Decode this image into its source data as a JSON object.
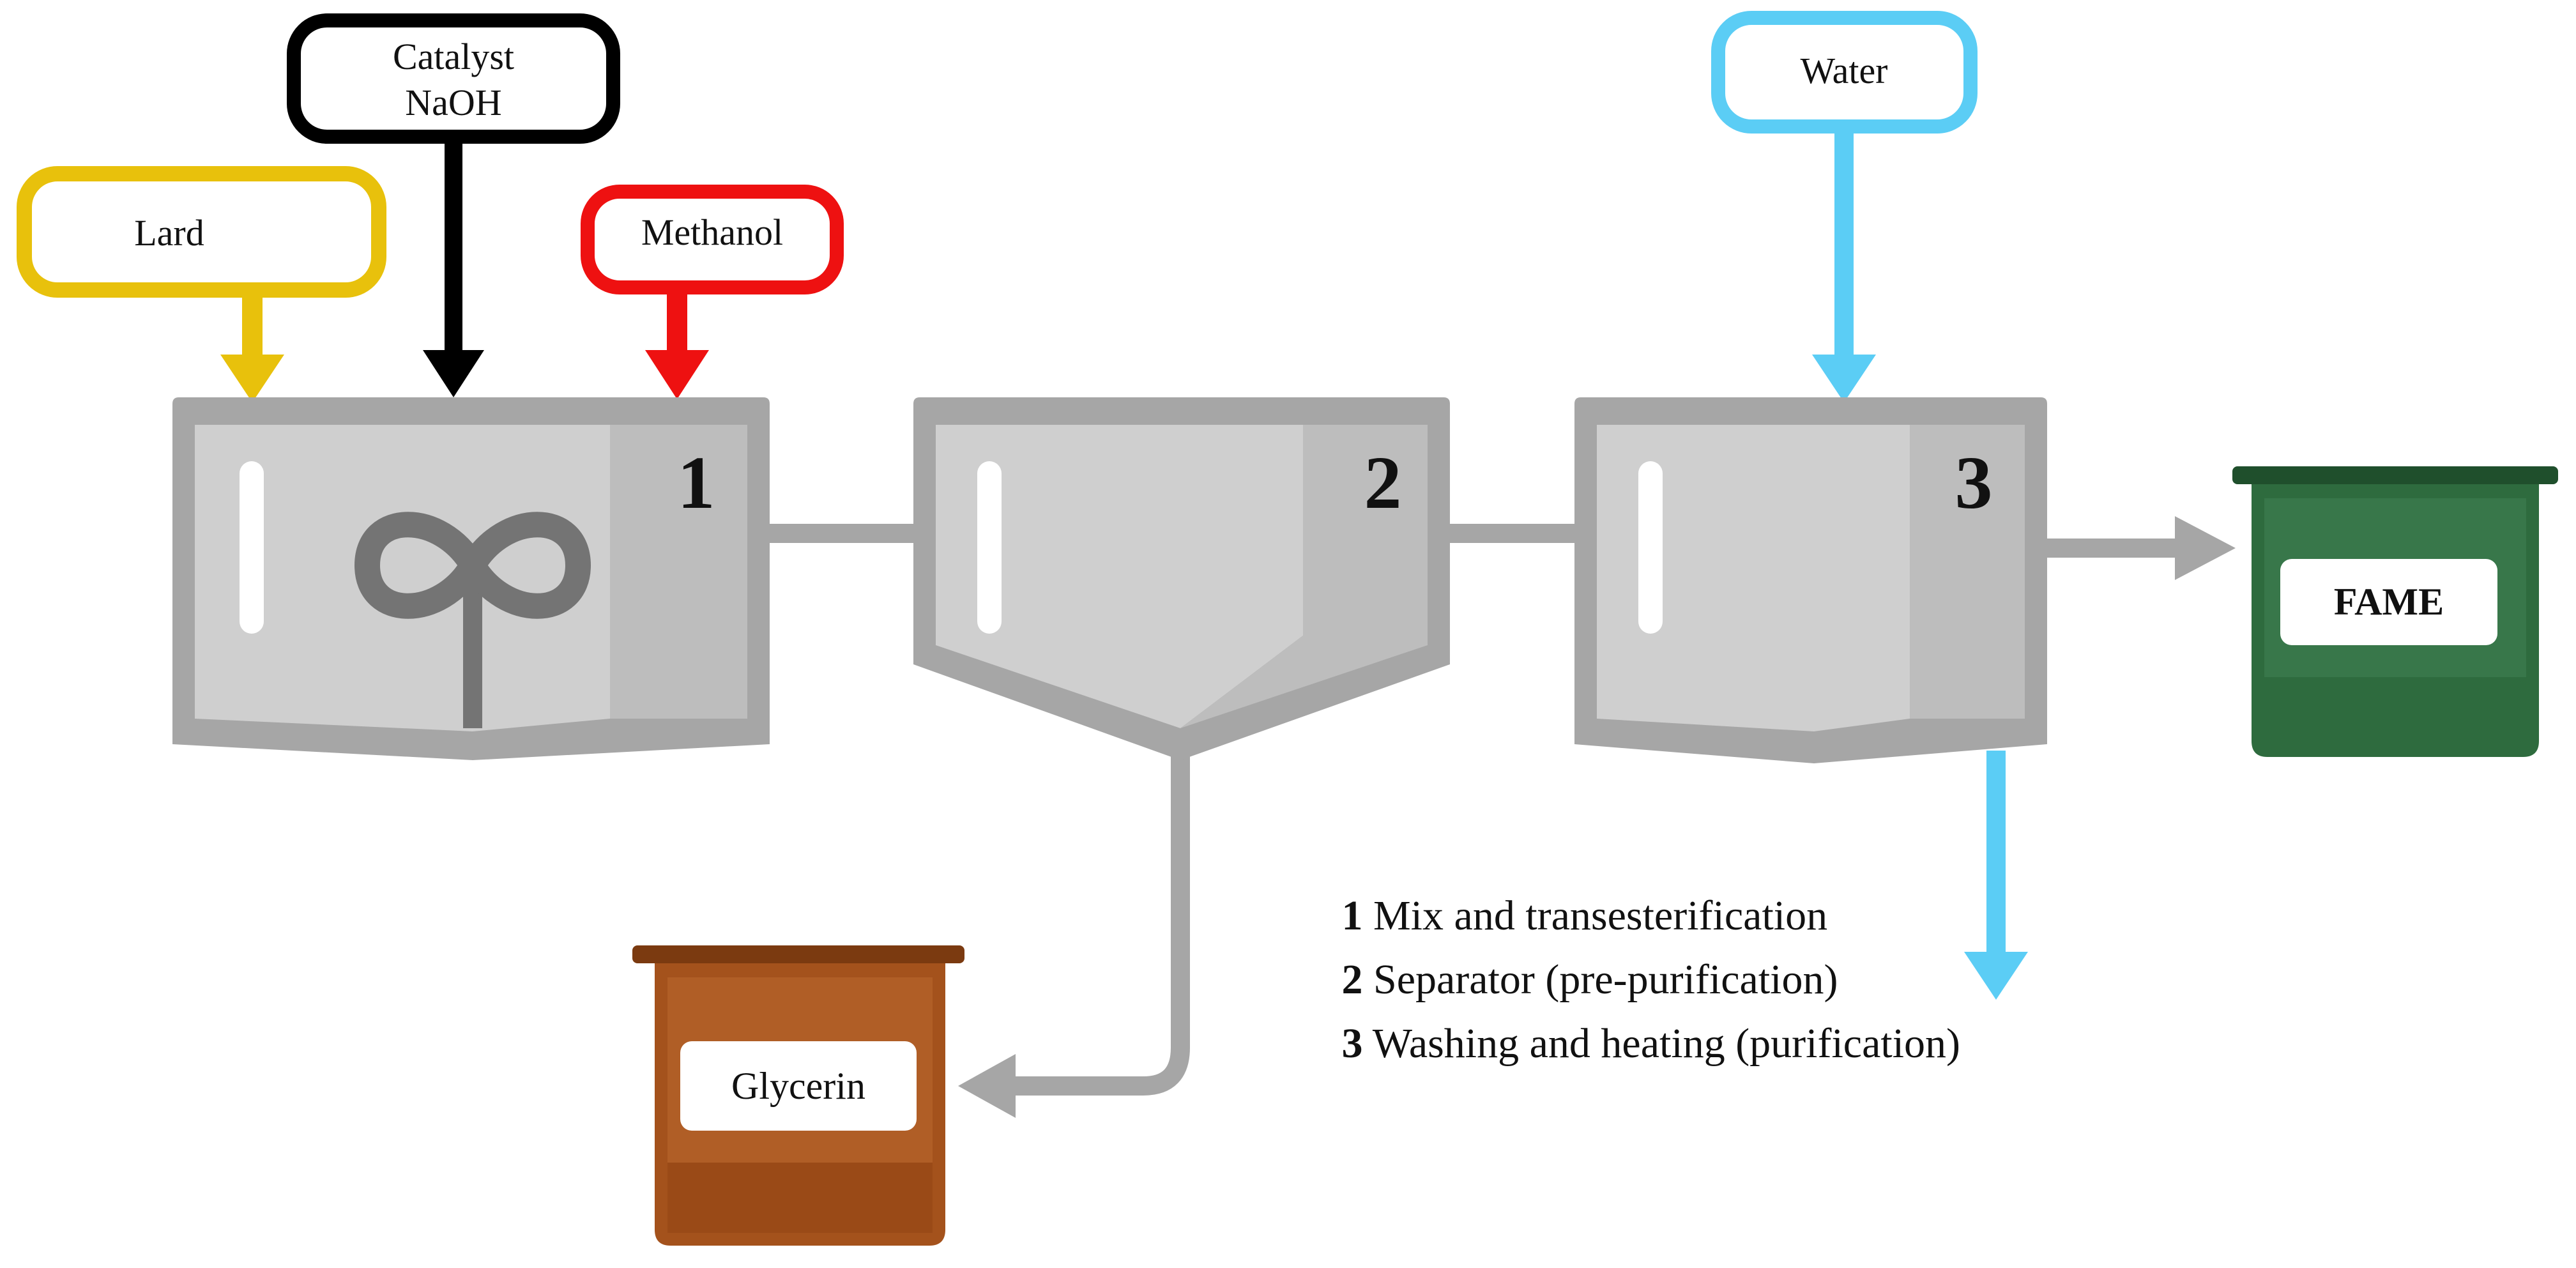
{
  "inputs": {
    "lard": "Lard",
    "catalyst_line1": "Catalyst",
    "catalyst_line2": "NaOH",
    "methanol": "Methanol",
    "water": "Water"
  },
  "units": [
    {
      "number": "1"
    },
    {
      "number": "2"
    },
    {
      "number": "3"
    }
  ],
  "products": {
    "fame": "FAME",
    "glycerin": "Glycerin"
  },
  "legend": [
    {
      "number": "1",
      "text": " Mix and transesterification"
    },
    {
      "number": "2",
      "text": " Separator (pre-purification)"
    },
    {
      "number": "3",
      "text": " Washing and heating (purification)"
    }
  ],
  "colors": {
    "lard": "#e8c10c",
    "catalyst": "#000000",
    "methanol": "#ee1111",
    "water": "#5bcdf5",
    "pipe": "#a6a6a6",
    "vessel_frame": "#a6a6a6",
    "vessel_body": "#cfcfcf",
    "vessel_shade": "#bdbdbd",
    "agitator": "#747474",
    "fame_tank": "#2e6b3e",
    "fame_tank_dark": "#1f4f2c",
    "glycerin_tank": "#a4521c",
    "glycerin_tank_dark": "#7b3a10"
  }
}
